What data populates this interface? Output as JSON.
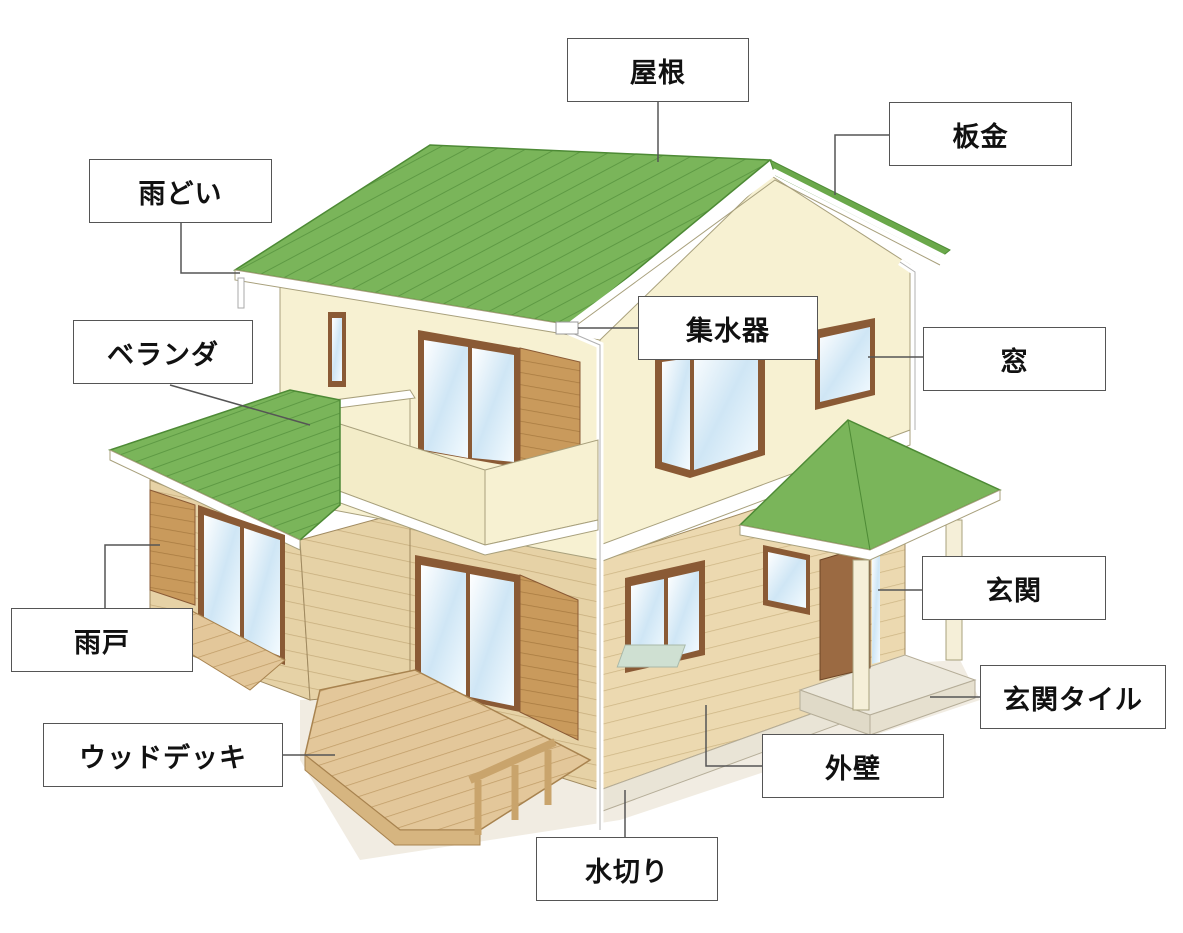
{
  "labels": {
    "yane": "屋根",
    "bankin": "板金",
    "amadoi": "雨どい",
    "shusuiki": "集水器",
    "veranda": "ベランダ",
    "mado": "窓",
    "amado": "雨戸",
    "genkan": "玄関",
    "genkan_tile": "玄関タイル",
    "wood_deck": "ウッドデッキ",
    "gaiheki": "外壁",
    "mizukiri": "水切り"
  },
  "colors": {
    "roof_green": "#7ab55a",
    "wall_cream": "#f7f1d2",
    "siding_beige": "#ecd9b0",
    "wood_brown": "#c99a5c",
    "window_frame": "#8a5a35",
    "glass": "#d9ecf7"
  }
}
